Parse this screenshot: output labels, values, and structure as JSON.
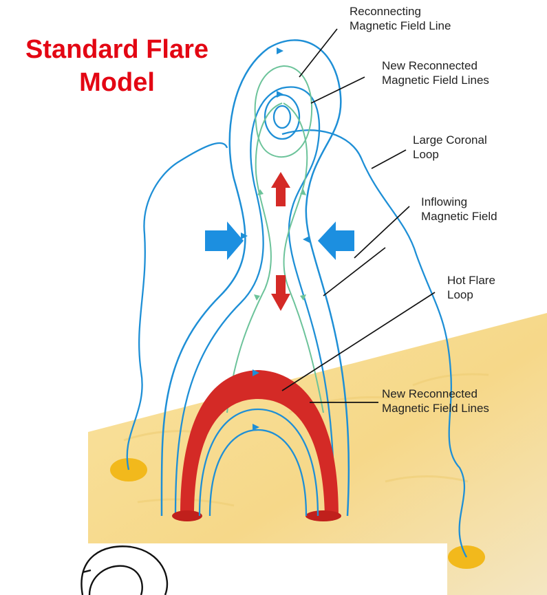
{
  "title": {
    "line1": "Standard Flare",
    "line2": "Model"
  },
  "labels": {
    "reconnecting": {
      "line1": "Reconnecting",
      "line2": "Magnetic Field Line"
    },
    "new_reconnected_top": {
      "line1": "New Reconnected",
      "line2": "Magnetic Field Lines"
    },
    "large_coronal": {
      "line1": "Large Coronal",
      "line2": "Loop"
    },
    "inflowing": {
      "line1": "Inflowing",
      "line2": "Magnetic Field"
    },
    "hot_flare": {
      "line1": "Hot Flare",
      "line2": "Loop"
    },
    "new_reconnected_bottom": {
      "line1": "New Reconnected",
      "line2": "Magnetic Field Lines"
    }
  },
  "colors": {
    "field_line": "#1e8fd6",
    "reconnected_line": "#6cc39a",
    "flare_loop": "#d42a26",
    "surface": "#f6dc8e",
    "footpoint": "#f2b91c",
    "inflow_arrow": "#1c8fe0",
    "outflow_arrow": "#d42a26",
    "title": "#e30613"
  },
  "icons": [
    "inflow-arrow-left-icon",
    "inflow-arrow-right-icon",
    "outflow-arrow-up-icon",
    "outflow-arrow-down-icon"
  ]
}
